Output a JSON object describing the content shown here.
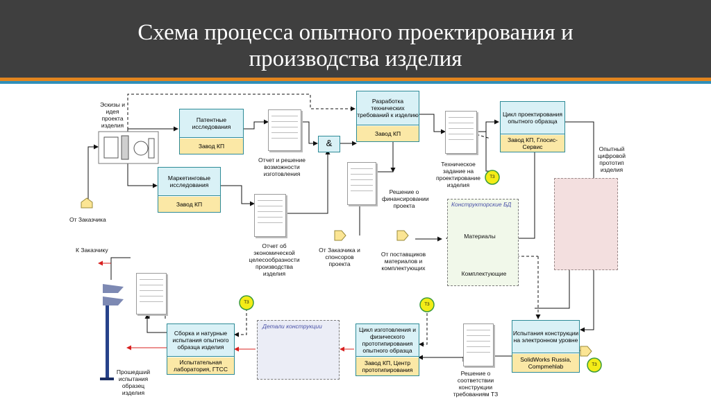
{
  "slide": {
    "title_line1": "Схема процесса опытного проектирования и",
    "title_line2": "производства изделия"
  },
  "diagram": {
    "sketch_label": "Эскизы и идея проекта изделия",
    "customer_in": "От Заказчика",
    "to_customer": "К Заказчику",
    "patent": {
      "title": "Патентные исследования",
      "org": "Завод КП"
    },
    "marketing": {
      "title": "Маркетинговые исследования",
      "org": "Завод КП"
    },
    "tech_req": {
      "title": "Разработка технических требований к изделию",
      "org": "Завод КП"
    },
    "design_cycle": {
      "title": "Цикл проектирования опытного образца",
      "org": "Завод КП, Глосис-Сервис"
    },
    "testing_el": {
      "title": "Испытания конструкции на электронном уровне",
      "org": "SolidWorks Russia, Compmehlab"
    },
    "mfg_cycle": {
      "title": "Цикл изготовления и физического прототипирования опытного образца",
      "org": "Завод КП, Центр прототипирования"
    },
    "assembly": {
      "title": "Сборка и натурные испытания опытного образца изделия",
      "org": "Испытательная лаборатория, ГТСС"
    },
    "and_symbol": "&",
    "report_decision": "Отчет и решение возможности изготовления",
    "econ_report": "Отчет об экономической целесообразности производства изделия",
    "finance_decision": "Решение о финансировании проекта",
    "tech_spec": "Техническое задание на проектирование изделия",
    "digital_proto": "Опытный цифровой прототип изделия",
    "from_sponsors": "От Заказчика и спонсоров проекта",
    "from_suppliers": "От поставщиков материалов и комплектующих",
    "db_group": "Конструкторские БД",
    "materials": "Материалы",
    "components": "Комплектующие",
    "parts_group": "Детали конструкции",
    "conformity_decision": "Решение о соответствии конструкции требованиям ТЗ",
    "passed_sample": "Прошедший испытания образец изделия",
    "tz": "ТЗ",
    "colors": {
      "process_fill": "#d9f1f6",
      "org_fill": "#fbe8a6",
      "accent": "#e2851f",
      "stripe": "#2f8fb9",
      "red_arrow": "#d8201f"
    }
  }
}
